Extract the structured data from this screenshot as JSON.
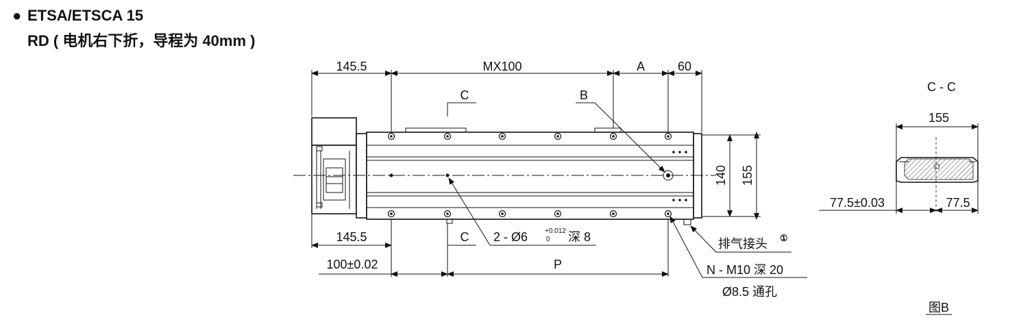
{
  "title": {
    "bullet": "●",
    "model": "ETSA/ETSCA 15",
    "subtitle": "RD ( 电机右下折，导程为 40mm )"
  },
  "top_dimensions": {
    "left": "145.5",
    "middle": "MX100",
    "a": "A",
    "right": "60"
  },
  "section_markers": {
    "c_top": "C",
    "c_bottom": "C",
    "b_ref": "B"
  },
  "side_dimensions": {
    "inner": "140",
    "outer": "155"
  },
  "bottom_dimensions": {
    "left": "145.5",
    "pin_spacing": "100±0.02",
    "p": "P"
  },
  "callouts": {
    "pin_hole_prefix": "2 - Ø6",
    "pin_hole_tol_upper": "+0.012",
    "pin_hole_tol_lower": "0",
    "pin_hole_suffix": "深 8",
    "exhaust": "排气接头",
    "exhaust_note": "①",
    "tapped_holes": "N - M10 深 20",
    "through_hole": "Ø8.5 通孔"
  },
  "section_view": {
    "title": "C - C",
    "width": "155",
    "offset_left": "77.5±0.03",
    "offset_right": "77.5"
  },
  "figure_label": "图B"
}
